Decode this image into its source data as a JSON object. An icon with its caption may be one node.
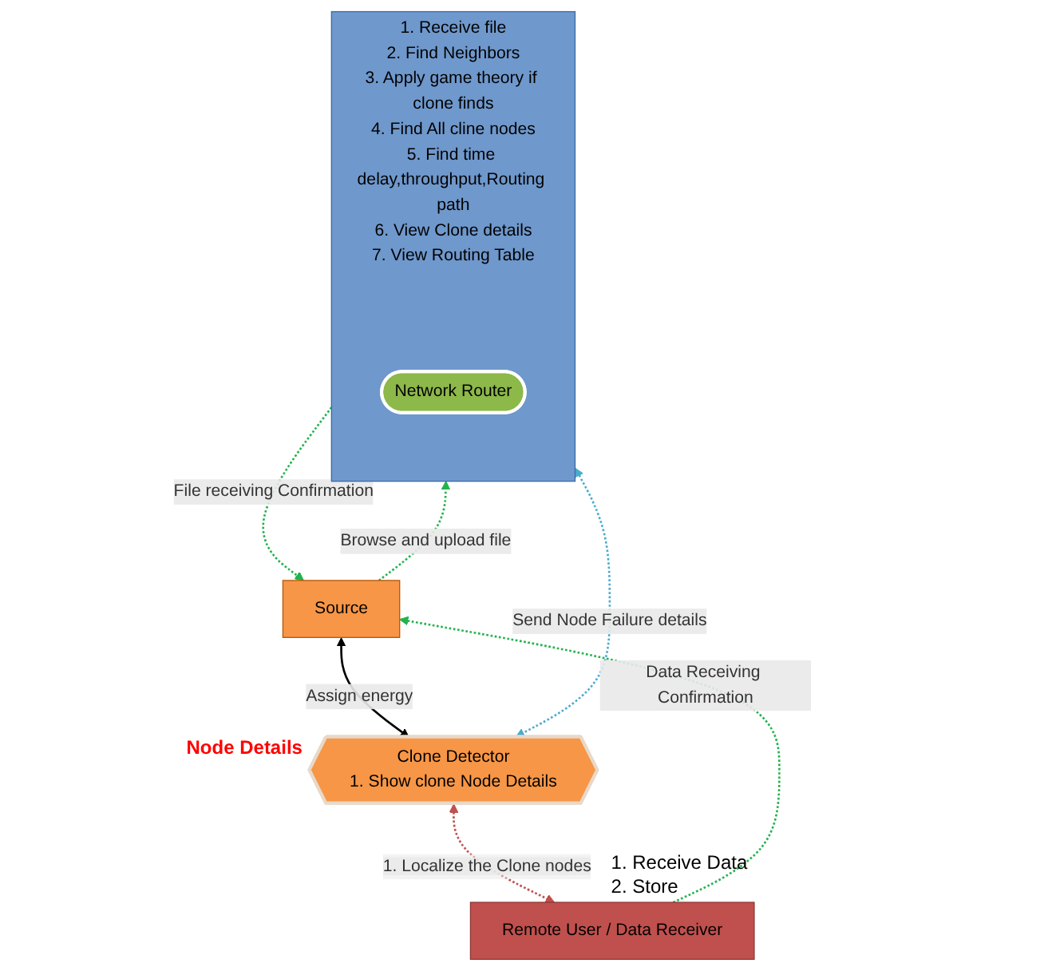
{
  "diagram": {
    "nodes": [
      {
        "text": [
          "Source"
        ]
      },
      {
        "text": [
          "1. Receive file",
          "2. Find Neighbors",
          "3. Apply game theory if clone finds",
          "4. Find All cline nodes",
          "5. Find time delay,throughput,Routing path",
          "6. View Clone details",
          "7. View Routing Table"
        ]
      },
      {
        "text": [
          "Network Router"
        ],
        "in": 1
      },
      {
        "text": [
          "Clone Detector",
          "1. Show clone Node Details"
        ],
        "beside": [
          "Node Details"
        ]
      },
      {
        "text": [
          "Remote User / Data Receiver"
        ],
        "beside": [
          "1. Receive Data",
          "2. Store"
        ]
      }
    ],
    "edges": [
      {
        "from": 0,
        "to": 1,
        "arrow": "to",
        "label": "Browse and upload file",
        "style": "dashed",
        "color": "#22b34c"
      },
      {
        "from": 1,
        "to": 0,
        "arrow": "to",
        "label": "File receiving Confirmation",
        "style": "dashed",
        "color": "#22b34c"
      },
      {
        "from": 0,
        "to": 3,
        "arrow": "both",
        "label": "Assign energy",
        "color": "#000000"
      },
      {
        "from": 1,
        "to": 3,
        "arrow": "both",
        "label": "Send Node Failure details",
        "style": "dashed",
        "color": "#4aaccc"
      },
      {
        "from": 4,
        "to": 0,
        "arrow": "to",
        "label": "Data Receiving Confirmation",
        "style": "dashed",
        "color": "#22b34c"
      },
      {
        "from": 3,
        "to": 4,
        "arrow": "both",
        "label": "1. Localize the Clone nodes",
        "style": "dashed",
        "color": "#c0504d"
      }
    ]
  }
}
